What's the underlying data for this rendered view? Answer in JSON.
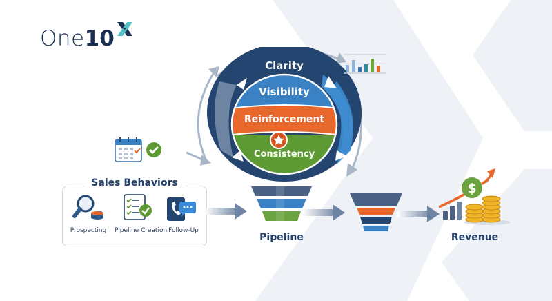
{
  "brand": {
    "logo_text_light": "One",
    "logo_text_bold": "10",
    "logo_mark": "X"
  },
  "wheel": {
    "layers": [
      {
        "label": "Clarity",
        "color": "#24456f"
      },
      {
        "label": "Visibility",
        "color": "#3a82c4"
      },
      {
        "label": "Reinforcement",
        "color": "#e8672a"
      },
      {
        "label": "Consistency",
        "color": "#5e9a34"
      }
    ],
    "center_icon": "star-badge-icon"
  },
  "sales_behaviors": {
    "title": "Sales Behaviors",
    "items": [
      {
        "label": "Prospecting",
        "icon": "magnifier-icon"
      },
      {
        "label": "Pipeline Creation",
        "icon": "checklist-icon"
      },
      {
        "label": "Follow-Up",
        "icon": "phone-chat-icon"
      }
    ]
  },
  "stages": {
    "pipeline_label": "Pipeline",
    "revenue_label": "Revenue"
  },
  "decorations": {
    "calendar_icon": "calendar-check-icon",
    "chart_icon": "bar-chart-icon",
    "revenue_icon": "coins-growth-icon"
  },
  "colors": {
    "navy": "#24456f",
    "blue": "#3a82c4",
    "orange": "#e8672a",
    "green": "#5e9a34",
    "teal": "#56c2c6",
    "text_dark": "#24406b",
    "bg_shape": "#eef1f5"
  }
}
